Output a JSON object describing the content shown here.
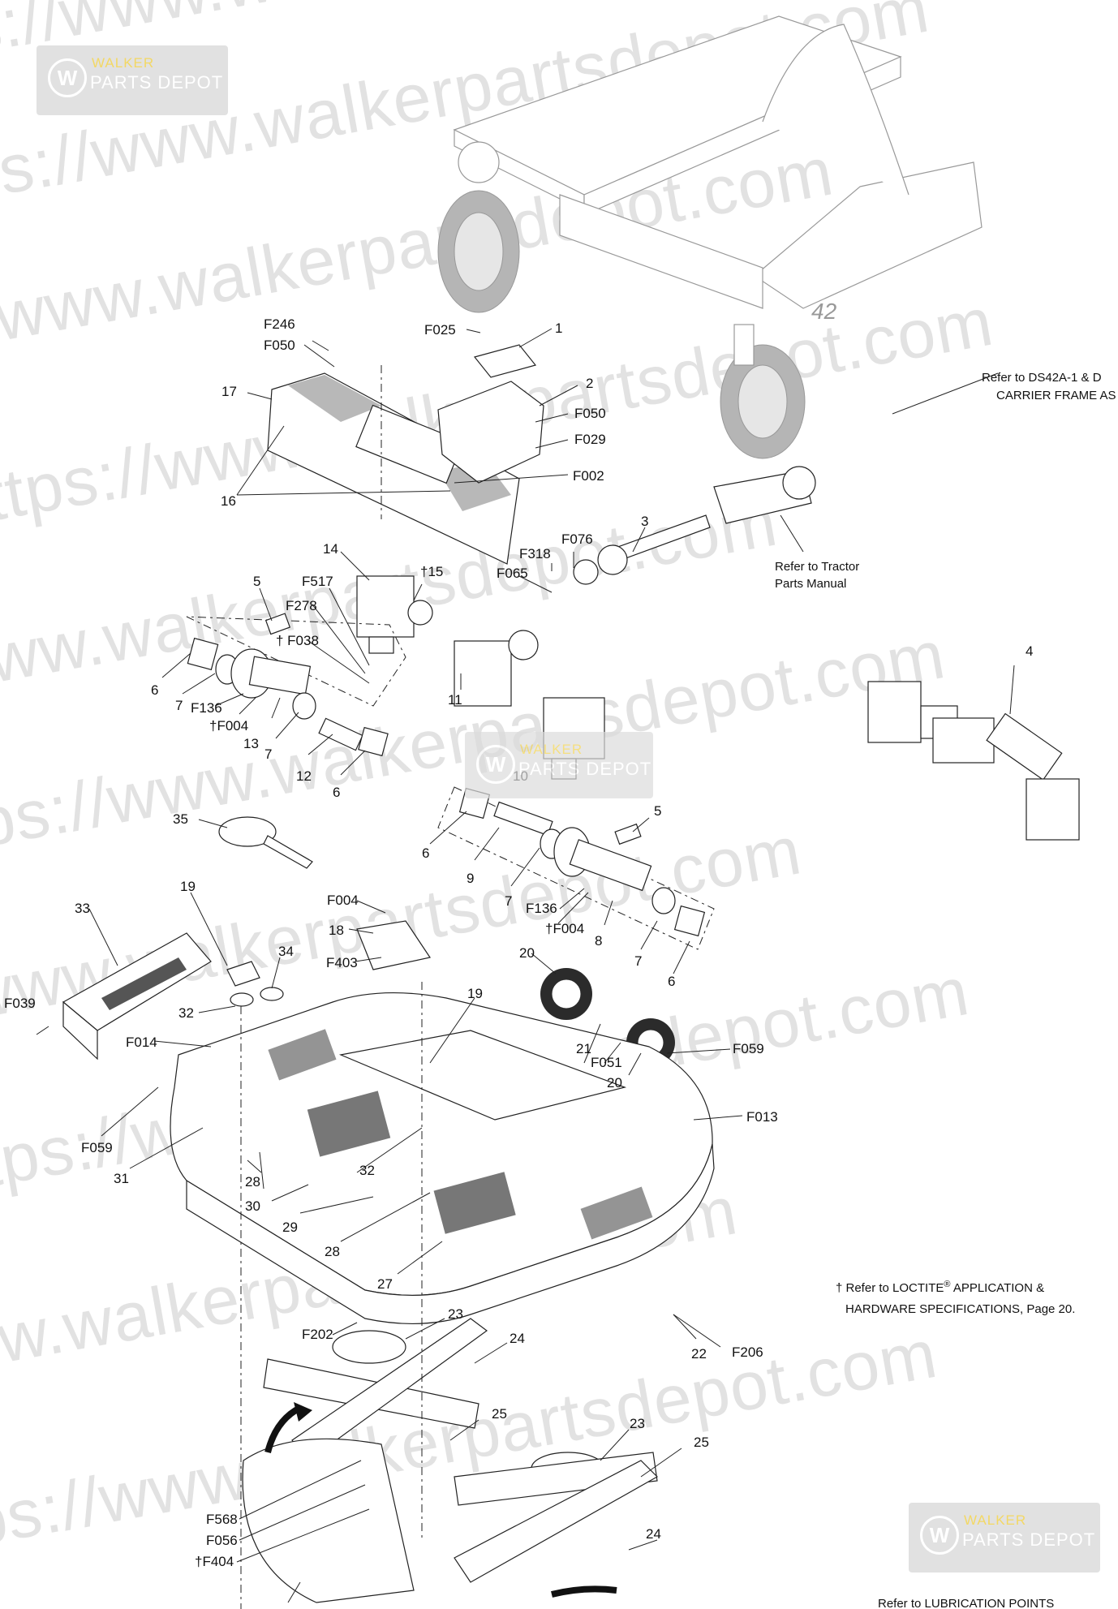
{
  "watermark": {
    "url": "https://www.walkerpartsdepot.com",
    "brand_top": "WALKER",
    "brand_bottom": "PARTS DEPOT"
  },
  "deck_label": "42",
  "notes": {
    "carrier_frame": [
      "Refer to DS42A-1 & D",
      "CARRIER FRAME AS"
    ],
    "tractor": [
      "Refer to Tractor",
      "Parts Manual"
    ],
    "loctite": [
      "† Refer to LOCTITE",
      "®",
      " APPLICATION &",
      "HARDWARE SPECIFICATIONS, Page 20."
    ],
    "lubrication": "Refer to LUBRICATION POINTS"
  },
  "callouts": {
    "c_F246": "F246",
    "c_F050a": "F050",
    "c_F025": "F025",
    "c_1": "1",
    "c_17": "17",
    "c_2": "2",
    "c_F050b": "F050",
    "c_F029": "F029",
    "c_F002": "F002",
    "c_16": "16",
    "c_3": "3",
    "c_F076": "F076",
    "c_F318": "F318",
    "c_F065": "F065",
    "c_14": "14",
    "c_15": "†15",
    "c_F517": "F517",
    "c_5a": "5",
    "c_F278": "F278",
    "c_F038": "† F038",
    "c_6a": "6",
    "c_7a": "7",
    "c_F136a": "F136",
    "c_F004a": "†F004",
    "c_13": "13",
    "c_7b": "7",
    "c_12": "12",
    "c_6b": "6",
    "c_11": "11",
    "c_10": "10",
    "c_4": "4",
    "c_35": "35",
    "c_5b": "5",
    "c_6c": "6",
    "c_9": "9",
    "c_7c": "7",
    "c_F136b": "F136",
    "c_F004b": "†F004",
    "c_8": "8",
    "c_7d": "7",
    "c_6d": "6",
    "c_33": "33",
    "c_19a": "19",
    "c_F004c": "F004",
    "c_18": "18",
    "c_F403": "F403",
    "c_34": "34",
    "c_20a": "20",
    "c_19b": "19",
    "c_F039": "F039",
    "c_32a": "32",
    "c_F014": "F014",
    "c_21": "21",
    "c_F051": "F051",
    "c_20b": "20",
    "c_F059a": "F059",
    "c_F059b": "F059",
    "c_F013": "F013",
    "c_31": "31",
    "c_28a": "28",
    "c_32b": "32",
    "c_30": "30",
    "c_29": "29",
    "c_28b": "28",
    "c_27": "27",
    "c_F202": "F202",
    "c_23a": "23",
    "c_24a": "24",
    "c_22": "22",
    "c_F206": "F206",
    "c_25a": "25",
    "c_23b": "23",
    "c_25b": "25",
    "c_F568": "F568",
    "c_F056": "F056",
    "c_F404": "†F404",
    "c_24b": "24"
  }
}
